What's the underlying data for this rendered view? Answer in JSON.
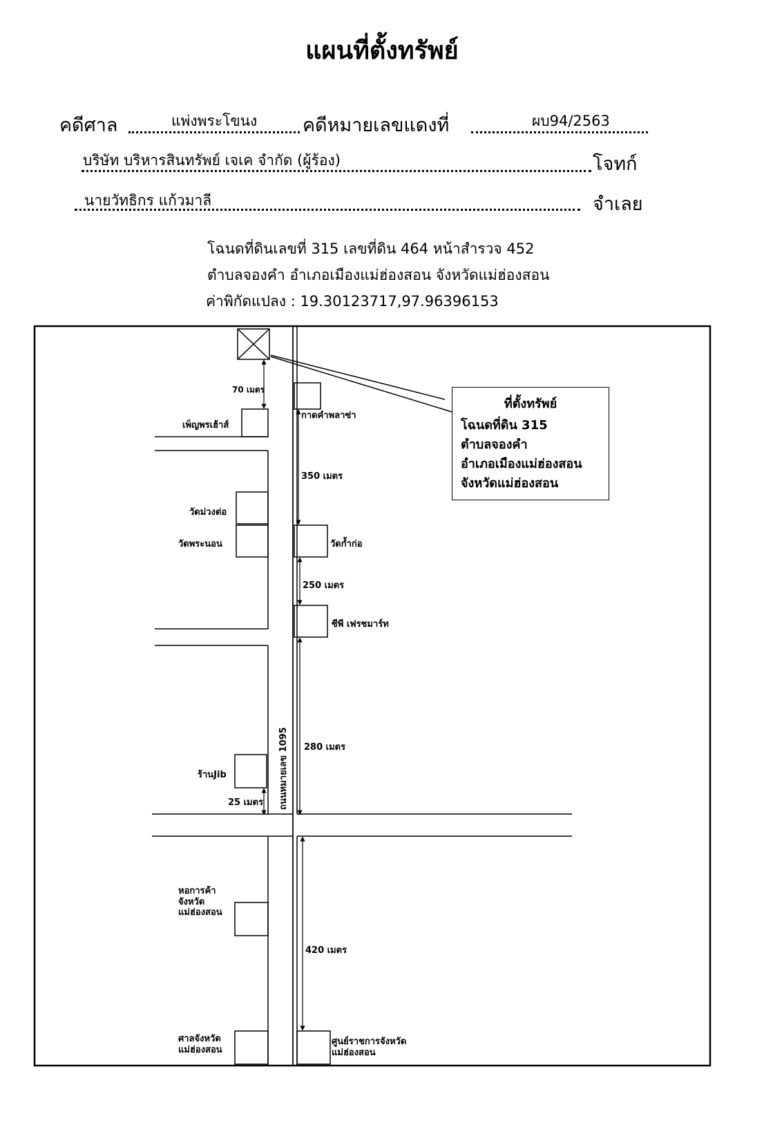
{
  "header": {
    "title": "แผนที่ตั้งทรัพย์",
    "court_label": "คดีศาล",
    "court_value": "แพ่งพระโขนง",
    "case_label": "คดีหมายเลขแดงที่",
    "case_value": "ผบ94/2563",
    "plaintiff_value": "บริษัท บริหารสินทรัพย์ เจเค จำกัด (ผู้ร้อง)",
    "plaintiff_label": "โจทก์",
    "defendant_value": "นายวัทธิกร แก้วมาลี",
    "defendant_label": "จำเลย"
  },
  "info": {
    "line1": "โฉนดที่ดินเลขที่ 315 เลขที่ดิน 464 หน้าสำรวจ 452",
    "line2": "ตำบลจองคำ อำเภอเมืองแม่ฮ่องสอน จังหวัดแม่ฮ่องสอน",
    "line3": "ค่าพิกัดแปลง : 19.30123717,97.96396153"
  },
  "map": {
    "road_name": "ถนนหมายเลข 1095",
    "landmarks": {
      "phen_phon_house": "เพ็ญพรเฮ้าส์",
      "kadkham_plaza": "กาดคำพลาซ่า",
      "wat_muang_to": "วัดม่วงต่อ",
      "wat_phra_non": "วัดพระนอน",
      "wat_kam_ko": "วัดก้ำก่อ",
      "cp_freshmart": "ซีพี เฟรชมาร์ท",
      "ran_jib": "ร้านJib",
      "chamber_commerce": [
        "หอการค้า",
        "จังหวัด",
        "แม่ฮ่องสอน"
      ],
      "provincial_court": [
        "ศาลจังหวัด",
        "แม่ฮ่องสอน"
      ],
      "gov_center": [
        "ศูนย์ราชการจังหวัด",
        "แม่ฮ่องสอน"
      ]
    },
    "distances": {
      "d70": "70 เมตร",
      "d350": "350 เมตร",
      "d250": "250 เมตร",
      "d280": "280 เมตร",
      "d25": "25 เมตร",
      "d420": "420 เมตร"
    },
    "callout": {
      "title": "ที่ตั้งทรัพย์",
      "lines": [
        "โฉนดที่ดิน 315",
        "ตำบลจองคำ",
        "อำเภอเมืองแม่ฮ่องสอน",
        "จังหวัดแม่ฮ่องสอน"
      ]
    }
  }
}
